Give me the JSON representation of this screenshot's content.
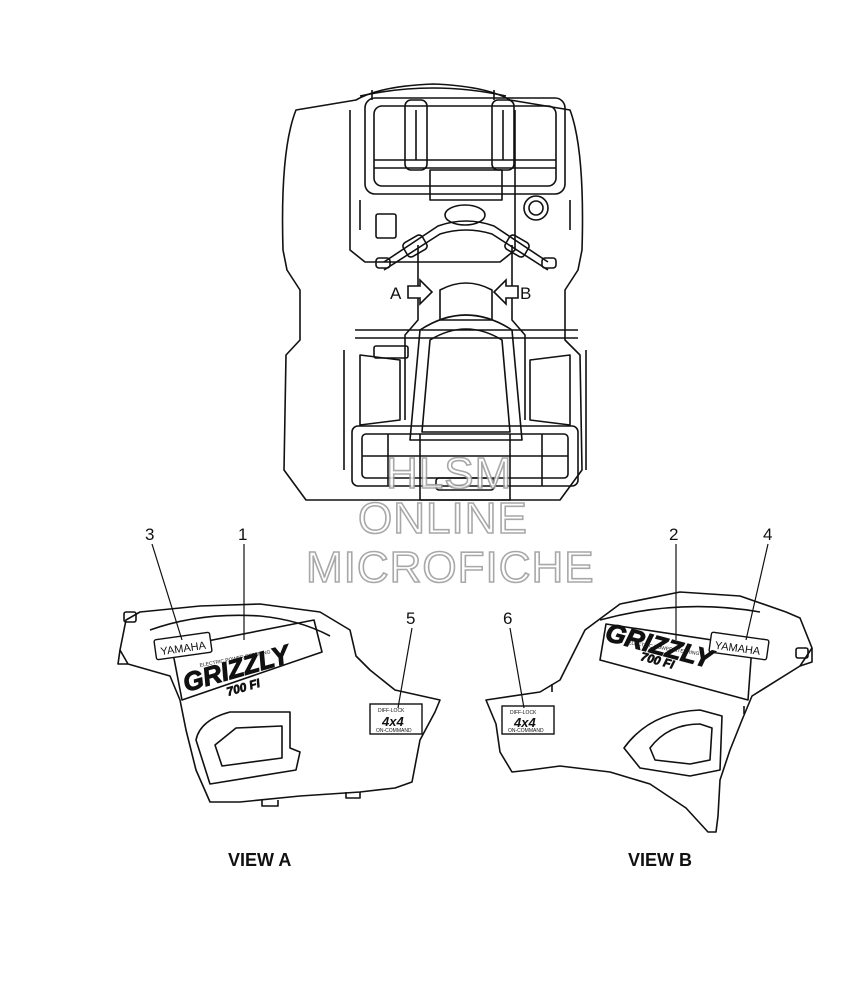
{
  "top_view": {
    "arrow_a": "A",
    "arrow_b": "B"
  },
  "callouts": [
    "1",
    "2",
    "3",
    "4",
    "5",
    "6"
  ],
  "views": {
    "a": "VIEW A",
    "b": "VIEW B"
  },
  "decals": {
    "brand": "YAMAHA",
    "model": "GRIZZLY",
    "model_sub": "700 FI",
    "eps": "ELECTRIC POWER STEERING",
    "drive_top": "DIFF-LOCK",
    "drive_main": "4x4",
    "drive_bottom": "ON-COMMAND"
  },
  "watermark": {
    "line1": "HLSM",
    "line2": "ONLINE",
    "line3": "MICROFICHE"
  }
}
